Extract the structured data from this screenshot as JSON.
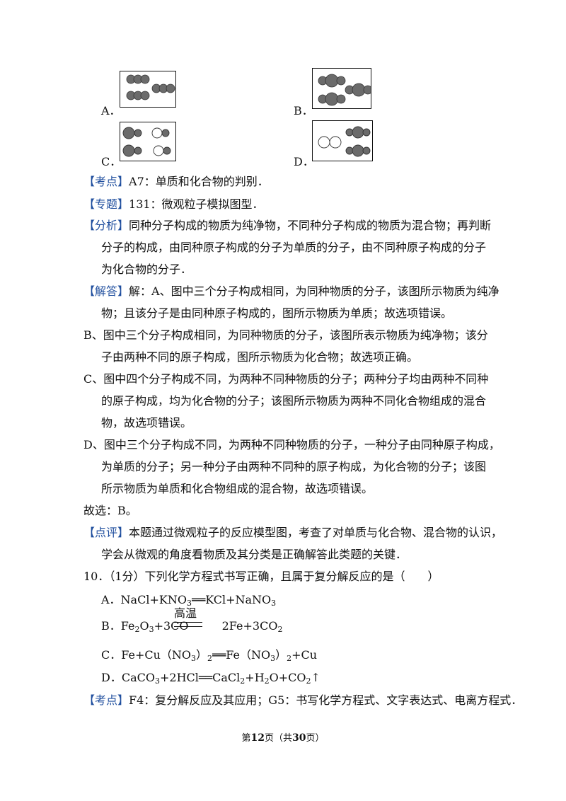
{
  "options_fig": {
    "A": "A．",
    "B": "B．",
    "C": "C．",
    "D": "D．"
  },
  "analysis": {
    "kaodian_tag": "【考点】",
    "kaodian_text": "A7：单质和化合物的判别．",
    "zhuanti_tag": "【专题】",
    "zhuanti_text": "131：微观粒子模拟图型．",
    "fenxi_tag": "【分析】",
    "fenxi_lines": [
      "同种分子构成的物质为纯净物，不同种分子构成的物质为混合物；再判断",
      "分子的构成，由同种原子构成的分子为单质的分子，由不同种原子构成的分子",
      "为化合物的分子．"
    ],
    "jieda_tag": "【解答】",
    "jieda_lines": [
      "解：A、图中三个分子构成相同，为同种物质的分子，该图所示物质为纯净",
      "物；且该分子是由同种原子构成的，图所示物质为单质；故选项错误。",
      "B、图中三个分子构成相同，为同种物质的分子，该图所表示物质为纯净物；该分",
      "子由两种不同的原子构成，图所示物质为化合物；故选项正确。",
      "C、图中四个分子构成不同，为两种不同种物质的分子；两种分子均由两种不同种",
      "的原子构成，均为化合物的分子；该图所示物质为两种不同化合物组成的混合",
      "物，故选项错误。",
      "D、图中三个分子构成不同，为两种不同种物质的分子，一种分子由同种原子构成，",
      "为单质的分子；另一种分子由两种不同种的原子构成，为化合物的分子；该图",
      "所示物质为单质和化合物组成的混合物，故选项错误。",
      "故选：B。"
    ],
    "dianping_tag": "【点评】",
    "dianping_lines": [
      "本题通过微观粒子的反应模型图，考查了对单质与化合物、混合物的认识，",
      "学会从微观的角度看物质及其分类是正确解答此类题的关键．"
    ]
  },
  "q10": {
    "stem": "10．（1分）下列化学方程式书写正确，且属于复分解反应的是（　　）",
    "A": {
      "pre": "A．NaCl+KNO",
      "s1": "3",
      "mid": "══KCl+NaNO",
      "s2": "3"
    },
    "B": {
      "pre": "B．Fe",
      "s1": "2",
      "a": "O",
      "s2": "3",
      "b": "+3CO ",
      "cond": "高温",
      "c": "2Fe+3CO",
      "s3": "2"
    },
    "C": {
      "pre": "C．Fe+Cu（NO",
      "s1": "3",
      "a": "）",
      "s2": "2",
      "b": "══Fe（NO",
      "s3": "3",
      "c": "）",
      "s4": "2",
      "d": "+Cu"
    },
    "D": {
      "pre": "D．CaCO",
      "s1": "3",
      "a": "+2HCl══CaCl",
      "s2": "2",
      "b": "+H",
      "s3": "2",
      "c": "O+CO",
      "s4": "2",
      "d": "↑"
    },
    "kaodian_tag": "【考点】",
    "kaodian_text": "F4：复分解反应及其应用；G5：书写化学方程式、文字表达式、电离方程式．"
  },
  "footer": {
    "pre": "第",
    "page": "12",
    "mid": "页（共",
    "total": "30",
    "post": "页）"
  },
  "colors": {
    "atom_fill": "#6b6b6b",
    "tag_blue": "#1f4e9e"
  }
}
